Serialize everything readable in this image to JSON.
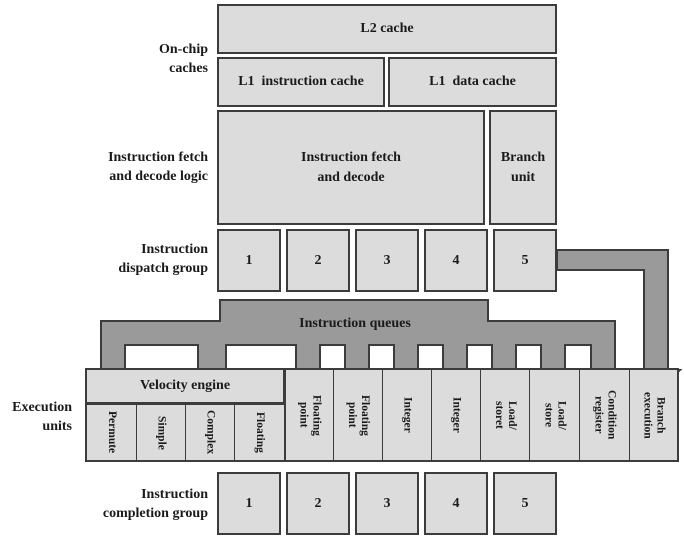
{
  "labels": {
    "on_chip": [
      "On-chip",
      "caches"
    ],
    "fetch_decode_logic": [
      "Instruction fetch",
      "and decode logic"
    ],
    "dispatch_group": [
      "Instruction",
      "dispatch group"
    ],
    "execution_units": [
      "Execution",
      "units"
    ],
    "completion_group": [
      "Instruction",
      "completion group"
    ]
  },
  "caches": {
    "l2": "L2 cache",
    "l1_instruction": "L1  instruction cache",
    "l1_data": "L1  data cache"
  },
  "fetch": {
    "decode": [
      "Instruction fetch",
      "and decode"
    ],
    "branch_unit": [
      "Branch",
      "unit"
    ]
  },
  "dispatch_slots": [
    "1",
    "2",
    "3",
    "4",
    "5"
  ],
  "queues_label": "Instruction queues",
  "velocity_engine": "Velocity engine",
  "velocity_units": [
    [
      "Permute"
    ],
    [
      "Simple"
    ],
    [
      "Complex"
    ],
    [
      "Floating"
    ]
  ],
  "execution_list": [
    [
      "Floating",
      "point"
    ],
    [
      "Floating",
      "point"
    ],
    [
      "Integer"
    ],
    [
      "Integer"
    ],
    [
      "Load/",
      "storet"
    ],
    [
      "Load/",
      "store"
    ],
    [
      "Condition",
      "register"
    ],
    [
      "Branch",
      "execution"
    ]
  ],
  "completion_slots": [
    "1",
    "2",
    "3",
    "4",
    "5"
  ],
  "colors": {
    "box_fill": "#dcdcdc",
    "queue_fill": "#9a9a9a",
    "stroke": "#3c3c3c"
  }
}
